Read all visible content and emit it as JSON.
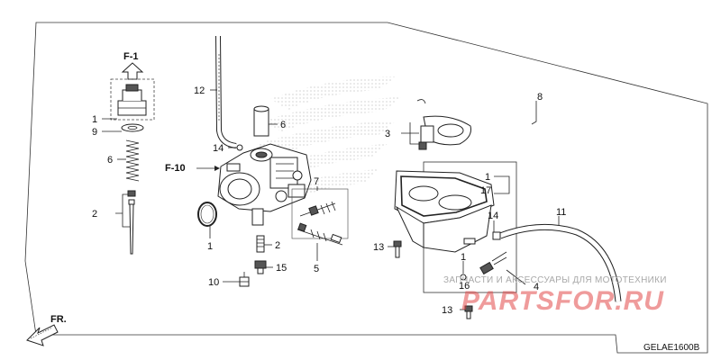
{
  "diagram": {
    "code": "GELAE1600B",
    "direction_label": "FR.",
    "refs": {
      "f1": "F-1",
      "f10": "F-10"
    },
    "callouts": {
      "c1_top": "1",
      "c9": "9",
      "c6_left": "6",
      "c2_left": "2",
      "c12": "12",
      "c6_mid": "6",
      "c14_mid": "14",
      "c7": "7",
      "c5": "5",
      "c1_oring": "1",
      "c2_mid": "2",
      "c15": "15",
      "c10": "10",
      "c8": "8",
      "c3": "3",
      "c1_right": "1",
      "c17": "17",
      "c11": "11",
      "c14_right": "14",
      "c13_a": "13",
      "c1_low": "1",
      "c16": "16",
      "c4": "4",
      "c13_b": "13"
    }
  },
  "watermark": {
    "text": "ЗАПЧАСТИ И АКСЕССУАРЫ ДЛЯ МОТОТЕХНИКИ",
    "logo": "PARTSFOR.RU"
  }
}
